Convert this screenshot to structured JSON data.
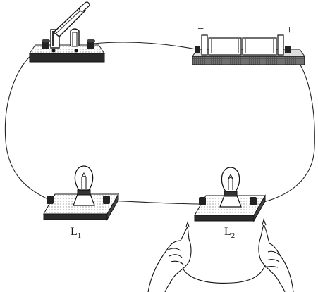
{
  "labels": {
    "lamp1": "L",
    "lamp1_sub": "1",
    "lamp2": "L",
    "lamp2_sub": "2",
    "battery_minus": "−",
    "battery_plus": "+"
  }
}
